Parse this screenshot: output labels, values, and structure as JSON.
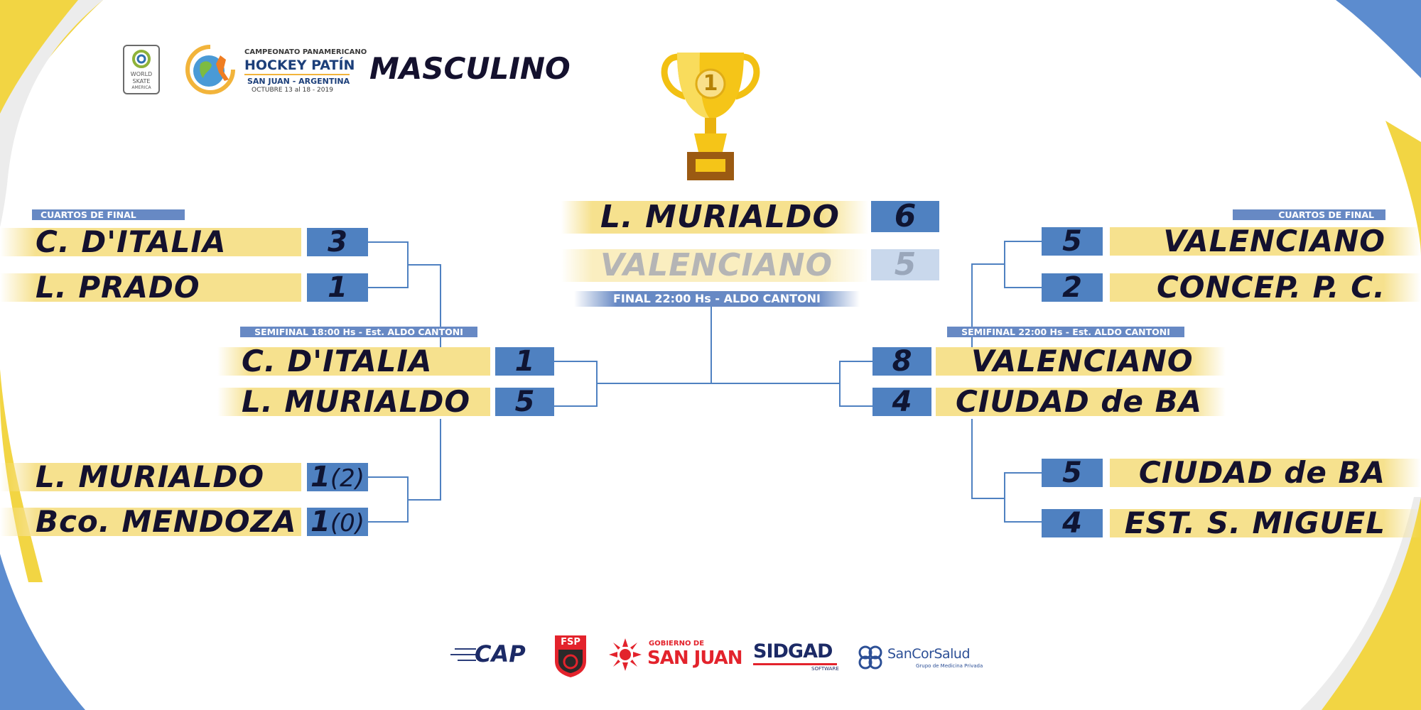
{
  "header": {
    "title": "MASCULINO",
    "ws_logo": {
      "lines": [
        "WORLD",
        "SKATE",
        "AMERICA"
      ]
    },
    "event_logo": {
      "line1": "CAMPEONATO PANAMERICANO",
      "line2": "HOCKEY PATÍN",
      "line3": "SAN JUAN - ARGENTINA",
      "line4": "OCTUBRE 13 al 18 - 2019"
    },
    "trophy_number": "1"
  },
  "colors": {
    "bar": "#f6e18e",
    "score": "#4f81c1",
    "label": "#6789c4",
    "line": "#4f81c1",
    "text": "#14112e",
    "accent_yellow": "#f2d543",
    "accent_blue": "#5c8ccf"
  },
  "final": {
    "label": "FINAL 22:00 Hs - ALDO CANTONI",
    "winner": {
      "team": "L. MURIALDO",
      "score": "6"
    },
    "loser": {
      "team": "VALENCIANO",
      "score": "5"
    }
  },
  "left": {
    "quarters_label": "CUARTOS DE FINAL",
    "qf1": [
      {
        "team": "C. D'ITALIA",
        "score": "3"
      },
      {
        "team": "L. PRADO",
        "score": "1"
      }
    ],
    "qf2": [
      {
        "team": "L. MURIALDO",
        "score": "1",
        "penalties": "(2)"
      },
      {
        "team": "Bco. MENDOZA",
        "score": "1",
        "penalties": "(0)"
      }
    ],
    "semi_label": "SEMIFINAL 18:00 Hs - Est. ALDO CANTONI",
    "semi": [
      {
        "team": "C. D'ITALIA",
        "score": "1"
      },
      {
        "team": "L. MURIALDO",
        "score": "5"
      }
    ]
  },
  "right": {
    "quarters_label": "CUARTOS DE FINAL",
    "qf1": [
      {
        "team": "VALENCIANO",
        "score": "5"
      },
      {
        "team": "CONCEP. P. C.",
        "score": "2"
      }
    ],
    "qf2": [
      {
        "team": "CIUDAD de BA",
        "score": "5"
      },
      {
        "team": "EST. S. MIGUEL",
        "score": "4"
      }
    ],
    "semi_label": "SEMIFINAL 22:00 Hs - Est. ALDO CANTONI",
    "semi": [
      {
        "team": "VALENCIANO",
        "score": "8"
      },
      {
        "team": "CIUDAD de BA",
        "score": "4"
      }
    ]
  },
  "sponsors": {
    "cap": "CAP",
    "fsp": "FSP",
    "sanjuan_small": "GOBIERNO DE",
    "sanjuan": "SAN JUAN",
    "sidgad": "SIDGAD",
    "sidgad_small": "SOFTWARE",
    "sancor": "SanCorSalud",
    "sancor_small": "Grupo de Medicina Privada"
  }
}
